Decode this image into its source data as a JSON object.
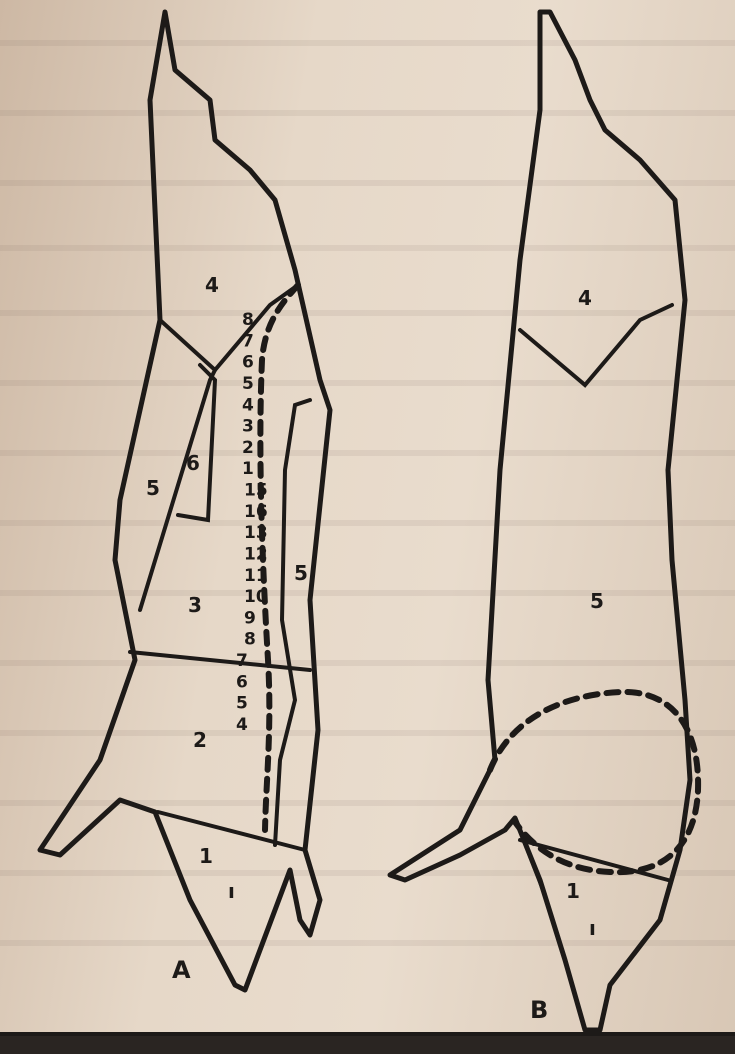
{
  "figure_a": {
    "caption": "A",
    "regions": [
      {
        "id": "1",
        "label": "1"
      },
      {
        "id": "2",
        "label": "2"
      },
      {
        "id": "3",
        "label": "3"
      },
      {
        "id": "4",
        "label": "4"
      },
      {
        "id": "5-left",
        "label": "5"
      },
      {
        "id": "5-right",
        "label": "5"
      },
      {
        "id": "6",
        "label": "6"
      }
    ],
    "vertebrae": [
      "8",
      "7",
      "6",
      "5",
      "4",
      "3",
      "2",
      "1",
      "15",
      "16",
      "13",
      "12",
      "11",
      "10",
      "9",
      "8",
      "7",
      "6",
      "5",
      "4"
    ]
  },
  "figure_b": {
    "caption": "B",
    "regions": [
      {
        "id": "1",
        "label": "1"
      },
      {
        "id": "4",
        "label": "4"
      },
      {
        "id": "5",
        "label": "5"
      }
    ]
  },
  "colors": {
    "paper": "#e6d8c8",
    "ink": "#1d1a18"
  }
}
